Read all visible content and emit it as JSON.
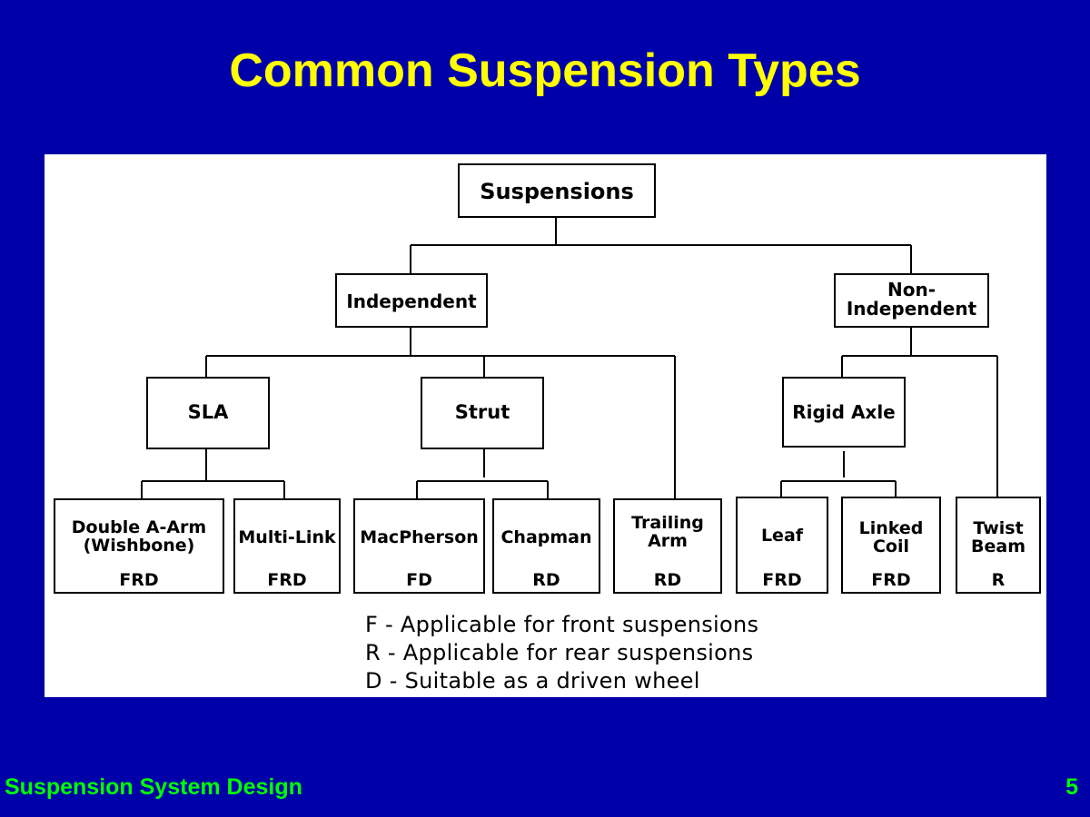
{
  "slide": {
    "title": "Common Suspension Types",
    "footer_left": "Suspension System Design",
    "page_number": "5"
  },
  "tree": {
    "root": "Suspensions",
    "level1": {
      "independent": "Independent",
      "non_independent": "Non-\nIndependent"
    },
    "level2": {
      "sla": "SLA",
      "strut": "Strut",
      "rigid_axle": "Rigid Axle"
    },
    "leaves": [
      {
        "label": "Double A-Arm\n(Wishbone)",
        "code": "FRD"
      },
      {
        "label": "Multi-Link",
        "code": "FRD"
      },
      {
        "label": "MacPherson",
        "code": "FD"
      },
      {
        "label": "Chapman",
        "code": "RD"
      },
      {
        "label": "Trailing\nArm",
        "code": "RD"
      },
      {
        "label": "Leaf",
        "code": "FRD"
      },
      {
        "label": "Linked\nCoil",
        "code": "FRD"
      },
      {
        "label": "Twist\nBeam",
        "code": "R"
      }
    ]
  },
  "legend": [
    "F - Applicable for front suspensions",
    "R - Applicable for rear suspensions",
    "D - Suitable as a driven wheel"
  ],
  "colors": {
    "background": "#0000a8",
    "title": "#ffff00",
    "footer": "#00ff00",
    "diagram_panel": "#ffffff",
    "box_border": "#000000"
  }
}
